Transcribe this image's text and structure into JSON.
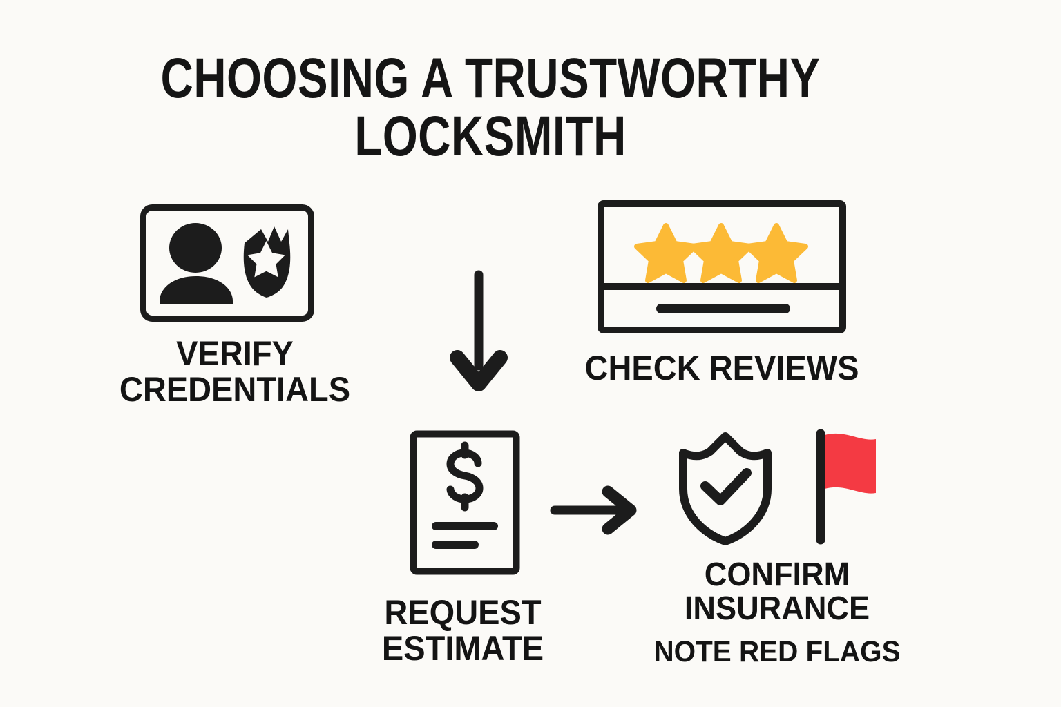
{
  "background_color": "#FBFAF7",
  "ink_color": "#1C1C1C",
  "title": {
    "text": "CHOOSING A TRUSTWORTHY\nLOCKSMITH"
  },
  "colors": {
    "star_amber": "#FCBA36",
    "flag_red": "#F43A43",
    "dark": "#1C1C1C"
  },
  "steps": [
    {
      "id": "verify-credentials",
      "icon": "id-card-badge-icon",
      "label": "VERIFY\nCREDENTIALS",
      "icon_parts": [
        "person-silhouette-icon",
        "police-badge-star-icon"
      ]
    },
    {
      "id": "check-reviews",
      "icon": "review-card-stars-icon",
      "label": "CHECK REVIEWS",
      "star_count": 3,
      "star_color": "#FCBA36"
    },
    {
      "id": "request-estimate",
      "icon": "estimate-document-dollar-icon",
      "label": "REQUEST\nESTIMATE"
    },
    {
      "id": "confirm-insurance",
      "icon": "shield-check-icon",
      "label": "CONFIRM\nINSURANCE",
      "sublabel": "NOTE RED FLAGS"
    }
  ],
  "flag": {
    "id": "red-flag",
    "icon": "red-flag-icon",
    "color": "#F43A43"
  },
  "arrows": [
    {
      "id": "arrow-down",
      "direction": "down"
    },
    {
      "id": "arrow-right",
      "direction": "right"
    }
  ]
}
